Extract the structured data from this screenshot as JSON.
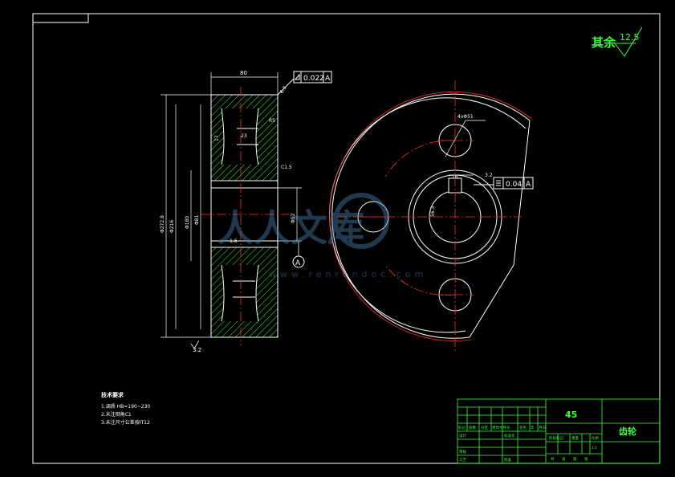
{
  "dimensions": {
    "width_top": "80",
    "flatness_value": "0.022",
    "flatness_datum": "A",
    "roughness_face": "6.3",
    "dia_outer": "Φ272.8",
    "dia_root": "Φ216",
    "dia_hub_outer": "Φ180",
    "dia_hub_inner": "Φ81",
    "dia_bore": "Φ52",
    "web": "23",
    "rim": "17",
    "fillet": "R5",
    "chamfer": "C1.5",
    "roughness_bottom": "3.2",
    "roughness_bore": "1.6",
    "datum_marker": "A",
    "holes": "4xΦ51",
    "keyway_width": "16",
    "keyway_depth": "56.3",
    "sym_value": "0.04",
    "sym_datum": "A",
    "roughness_key": "3.2"
  },
  "surface_note": {
    "prefix": "其余",
    "value": "12.5"
  },
  "notes": {
    "title": "技术要求",
    "items": [
      "1.调质 HB=190~230",
      "2.未注倒角C1",
      "3.未注尺寸公差按IT12"
    ]
  },
  "watermark": {
    "text": "人人文库",
    "url": "www.renrendoc.com"
  },
  "title_block": {
    "material": "45",
    "part_name": "齿轮",
    "labels": {
      "row_head": [
        "标记",
        "处数",
        "分区",
        "更改文件号",
        "签名",
        "年",
        "月",
        "日"
      ],
      "design": "设计",
      "standardize": "标准化",
      "review": "审核",
      "process": "工艺",
      "approve": "批准",
      "stage": [
        "阶段标记",
        "重量",
        "比例"
      ],
      "sheets": [
        "共",
        "张",
        "第",
        "张"
      ],
      "scale": "1:1"
    }
  },
  "colors": {
    "line": "#ffffff",
    "center": "#ff2a2a",
    "hatch": "#39ff39",
    "text_green": "#39ff39"
  }
}
